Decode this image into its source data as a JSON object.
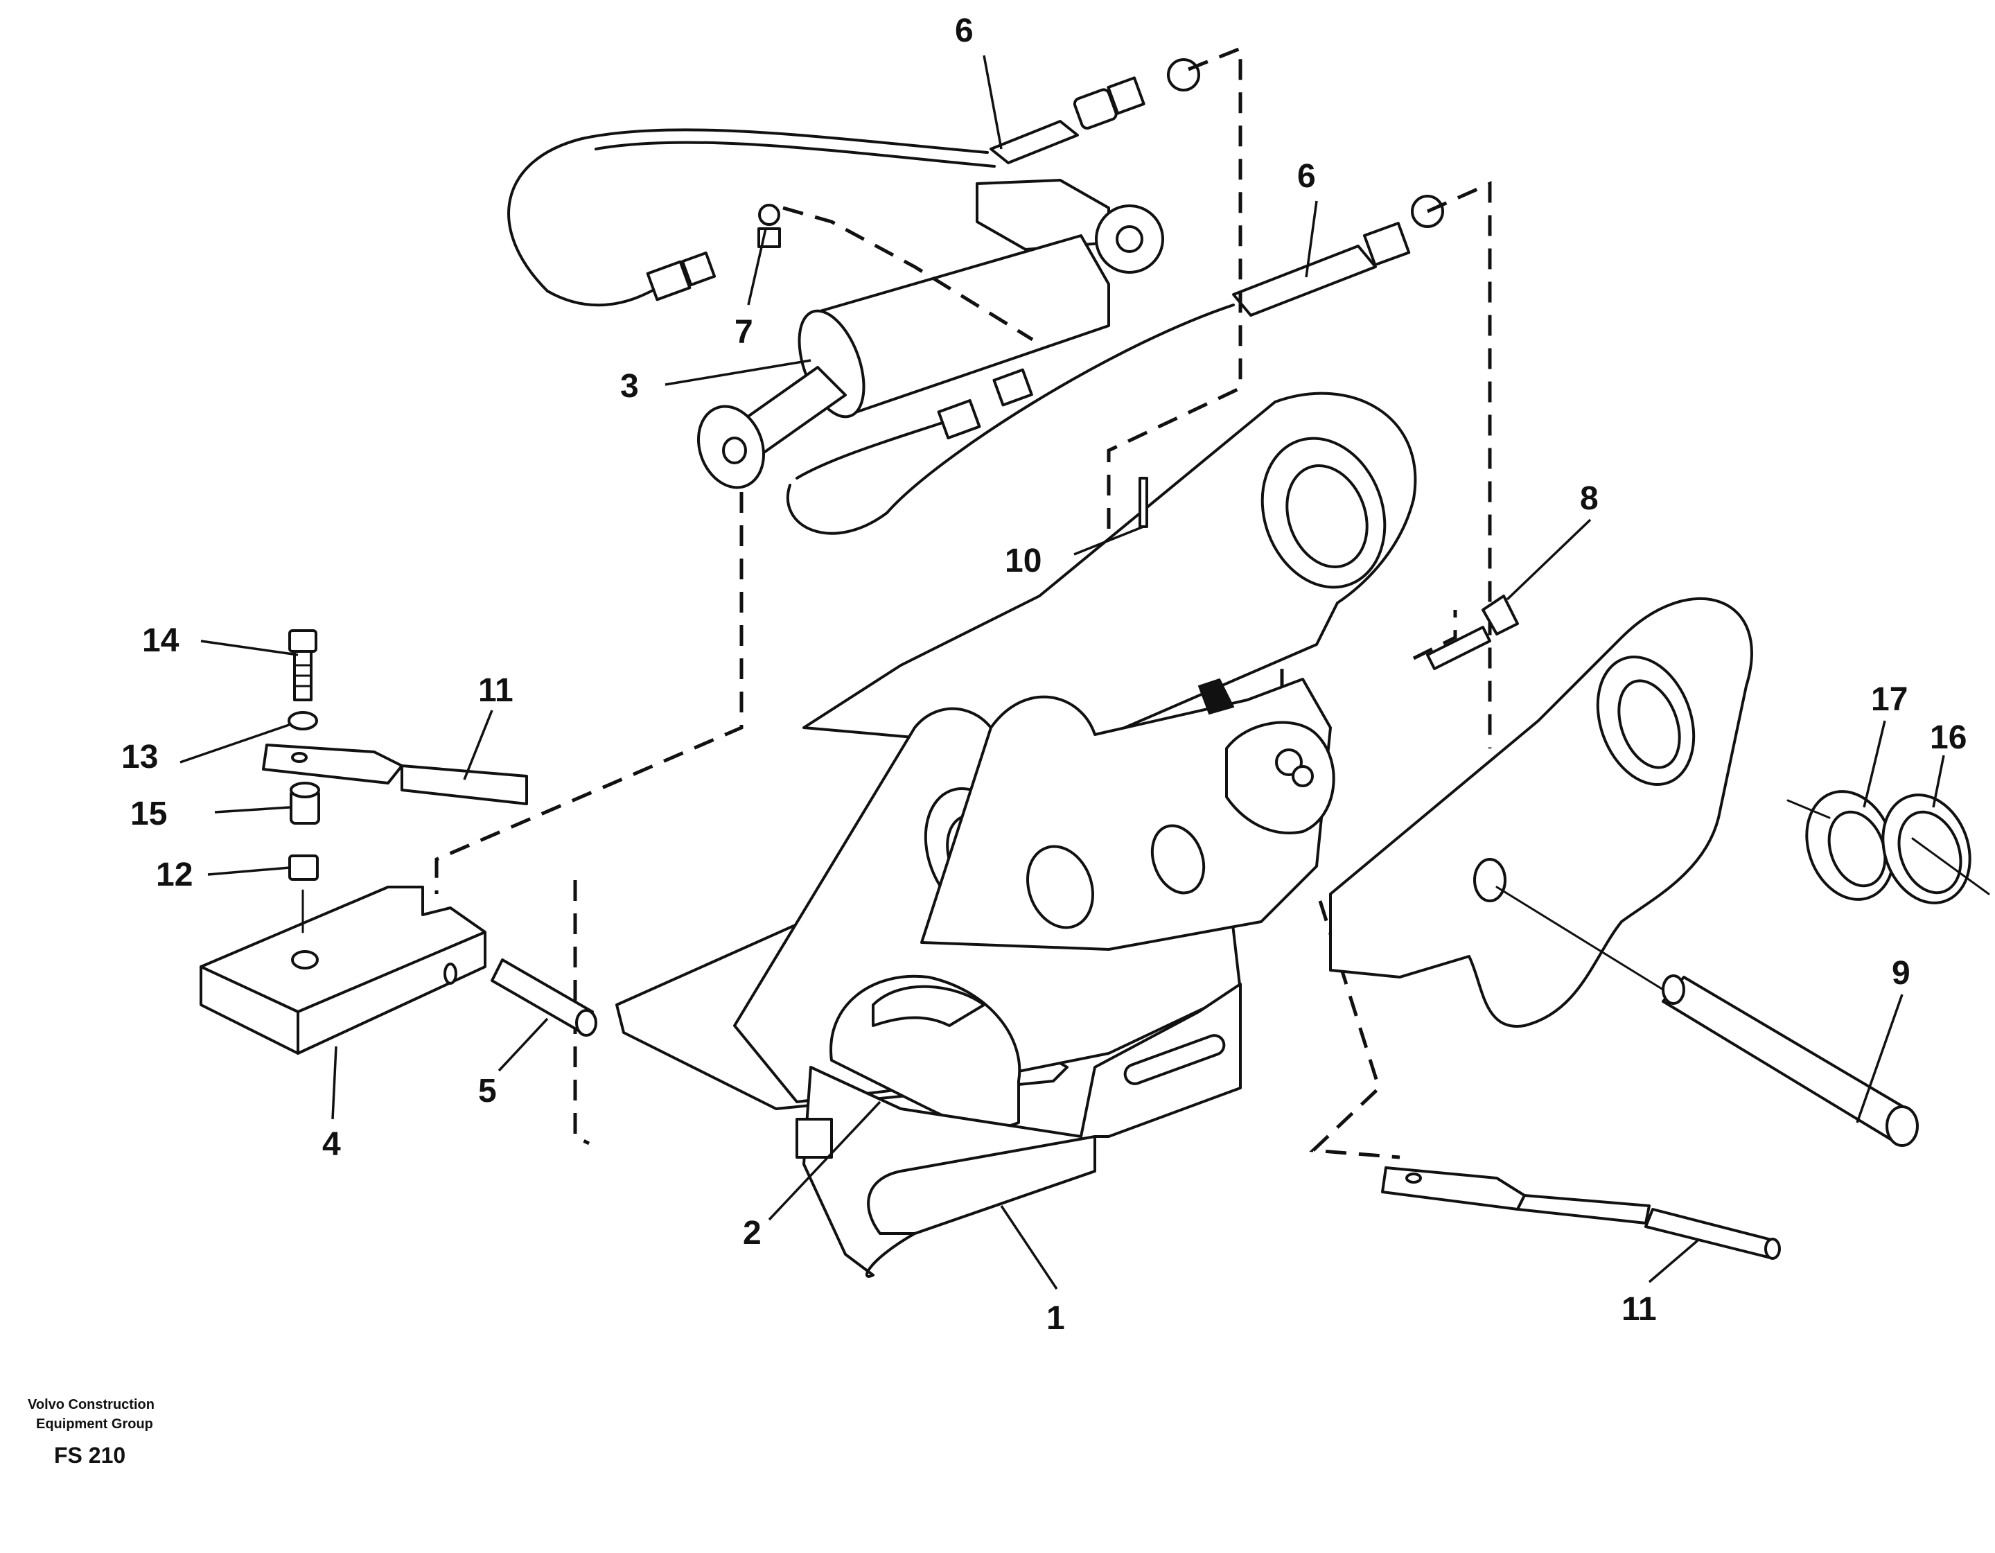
{
  "callouts": [
    "1",
    "2",
    "3",
    "4",
    "5",
    "6",
    "6",
    "7",
    "8",
    "9",
    "10",
    "11",
    "11",
    "12",
    "13",
    "14",
    "15",
    "16",
    "17"
  ],
  "footer": {
    "line1": "Volvo Construction",
    "line2": "Equipment Group",
    "code": "FS 210"
  }
}
